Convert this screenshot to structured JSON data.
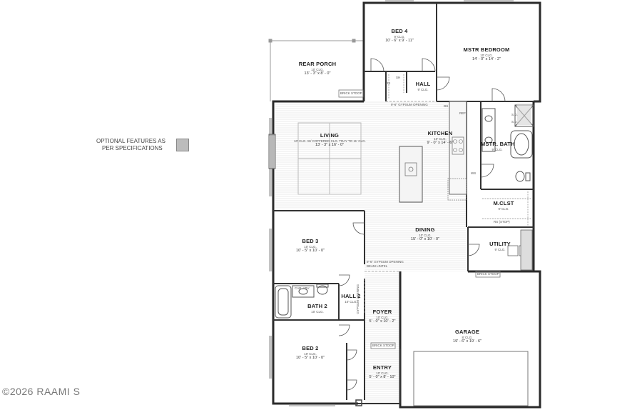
{
  "legend": {
    "line1": "OPTIONAL FEATURES AS",
    "line2": "PER SPECIFICATIONS"
  },
  "watermark": "©2026 RAAMI S",
  "rooms": {
    "bed4": {
      "name": "BED 4",
      "ceil": "9' CLG.",
      "dims": "10' - 6\" x 9' - 11\""
    },
    "master": {
      "name": "MSTR BEDROOM",
      "ceil": "10' CLG.",
      "dims": "14' - 0\" x 14' - 2\""
    },
    "rear_porch": {
      "name": "REAR PORCH",
      "ceil": "10' CLG.",
      "dims": "13' - 3\" x 8' - 0\""
    },
    "hall": {
      "name": "HALL",
      "ceil": "9' CLG."
    },
    "living": {
      "name": "LIVING",
      "ceil": "10' CLG. W/ COFFERED CLG. TRAY TO 11' CLG.",
      "dims": "13' - 3\" x 16' - 0\""
    },
    "kitchen": {
      "name": "KITCHEN",
      "ceil": "10' CLG.",
      "dims": "9' - 0\" x 14' - 6\""
    },
    "mstr_bath": {
      "name": "MSTR. BATH",
      "ceil": "9' CLG."
    },
    "mclst": {
      "name": "M.CLST",
      "ceil": "9' CLG."
    },
    "bed3": {
      "name": "BED 3",
      "ceil": "10' CLG.",
      "dims": "10' - 5\" x 10' - 0\""
    },
    "dining": {
      "name": "DINING",
      "ceil": "10' CLG.",
      "dims": "15' - 0\" x 10' - 0\""
    },
    "utility": {
      "name": "UTILITY",
      "ceil": "9' CLG."
    },
    "bath2": {
      "name": "BATH 2",
      "ceil": "10' CLG."
    },
    "hall2": {
      "name": "HALL 2",
      "ceil": "10' CLG."
    },
    "foyer": {
      "name": "FOYER",
      "ceil": "10' CLG.",
      "dims": "5' - 0\" x 10' - 2\""
    },
    "garage": {
      "name": "GARAGE",
      "ceil": "8' CLG.",
      "dims": "19' - 6\" x 19' - 6\""
    },
    "bed2": {
      "name": "BED 2",
      "ceil": "10' CLG.",
      "dims": "10' - 5\" x 10' - 0\""
    },
    "entry": {
      "name": "ENTRY",
      "ceil": "10' CLG.",
      "dims": "5' - 0\" x 8' - 10\""
    }
  },
  "notes": {
    "gyp_top": "9'-6\" GYPSUM OPENING",
    "gyp_bottom_1": "9'-6\" GYPSUM OPENING",
    "gyp_bottom_2": "BEAM LINTEL",
    "gyp_vertical": "GYPSUM OPENING",
    "brick_stoop": "BRICK STOOP",
    "cab_abv": "CAB. ABV.",
    "sd": "S.D.",
    "ws": "WS",
    "sh": "SH",
    "rs": "RS",
    "ds": "DS",
    "ref": "REF",
    "rs_shelf": "RS (STOP)"
  }
}
